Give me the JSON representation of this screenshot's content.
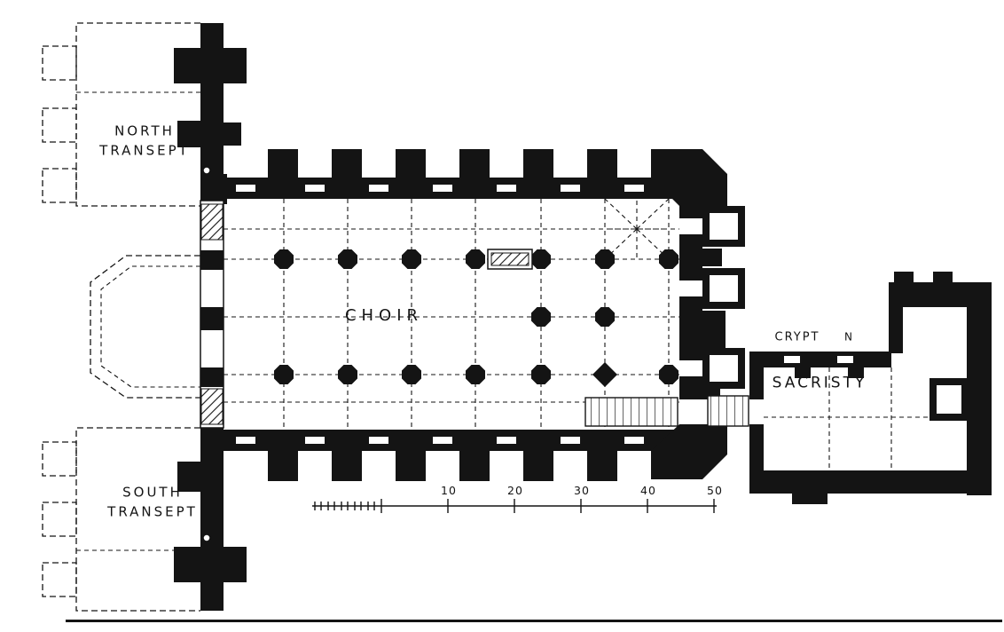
{
  "plan": {
    "type": "architectural-floor-plan",
    "labels": {
      "north_transept": {
        "line1": "NORTH",
        "line2": "TRANSEPT"
      },
      "south_transept": {
        "line1": "SOUTH",
        "line2": "TRANSEPT"
      },
      "choir": "CHOIR",
      "crypt": "CRYPT",
      "compass_n": "N",
      "sacristy": "SACRISTY"
    },
    "scale_bar": {
      "labels": [
        "10",
        "20",
        "30",
        "40",
        "50"
      ]
    },
    "colors": {
      "ink": "#141414",
      "paper": "#ffffff"
    }
  }
}
